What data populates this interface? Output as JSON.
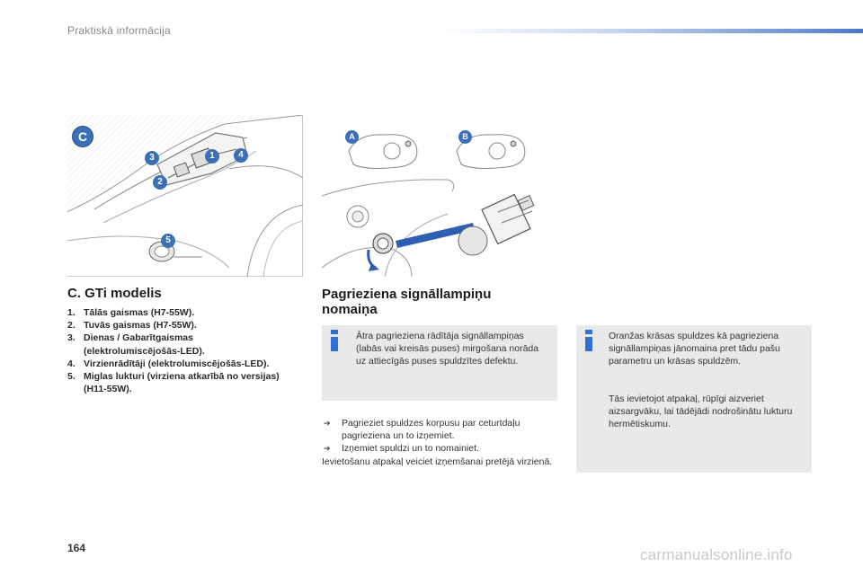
{
  "header": {
    "title": "Praktiskā informācija"
  },
  "colors": {
    "accent": "#2f6fd6",
    "info_bg": "#e9e9e9",
    "badge": "#3b6fb6"
  },
  "illustration_c": {
    "badges": [
      "C",
      "3",
      "1",
      "4",
      "2",
      "5"
    ]
  },
  "illustration_ab": {
    "badges": [
      "A",
      "B"
    ]
  },
  "section_c": {
    "title": "C. GTi modelis",
    "items": [
      {
        "num": "1.",
        "text": "Tālās gaismas (H7-55W)."
      },
      {
        "num": "2.",
        "text": "Tuvās gaismas (H7-55W)."
      },
      {
        "num": "3.",
        "text": "Dienas / Gabarītgaismas (elektrolumiscējošās-LED)."
      },
      {
        "num": "4.",
        "text": "Virzienrādītāji (elektrolumiscējošās-LED)."
      },
      {
        "num": "5.",
        "text": "Miglas lukturi (virziena atkarībā no versijas) (H11-55W)."
      }
    ]
  },
  "section_signal": {
    "title": "Pagrieziena signāllampiņu nomaiņa",
    "info_1": "Ātra pagrieziena rādītāja signāllampiņas (labās vai kreisās puses) mirgošana norāda uz attiecīgās puses spuldzītes defektu.",
    "steps": [
      {
        "icon": "arrow-right-icon",
        "text": "Pagrieziet spuldzes korpusu par ceturtdaļu pagrieziena un to izņemiet."
      },
      {
        "icon": "arrow-right-icon",
        "text": "Izņemiet spuldzi un to nomainiet."
      }
    ],
    "footer_text": "Ievietošanu atpakaļ veiciet izņemšanai pretējā virzienā."
  },
  "info_2": {
    "p1": "Oranžas krāsas spuldzes kā pagrieziena signāllampiņas jānomaina pret tādu pašu parametru un krāsas spuldzēm.",
    "p2": "Tās ievietojot atpakaļ, rūpīgi aizveriet aizsargvāku, lai tādējādi nodrošinātu lukturu hermētiskumu."
  },
  "page_number": "164",
  "watermark": "carmanualsonline.info"
}
